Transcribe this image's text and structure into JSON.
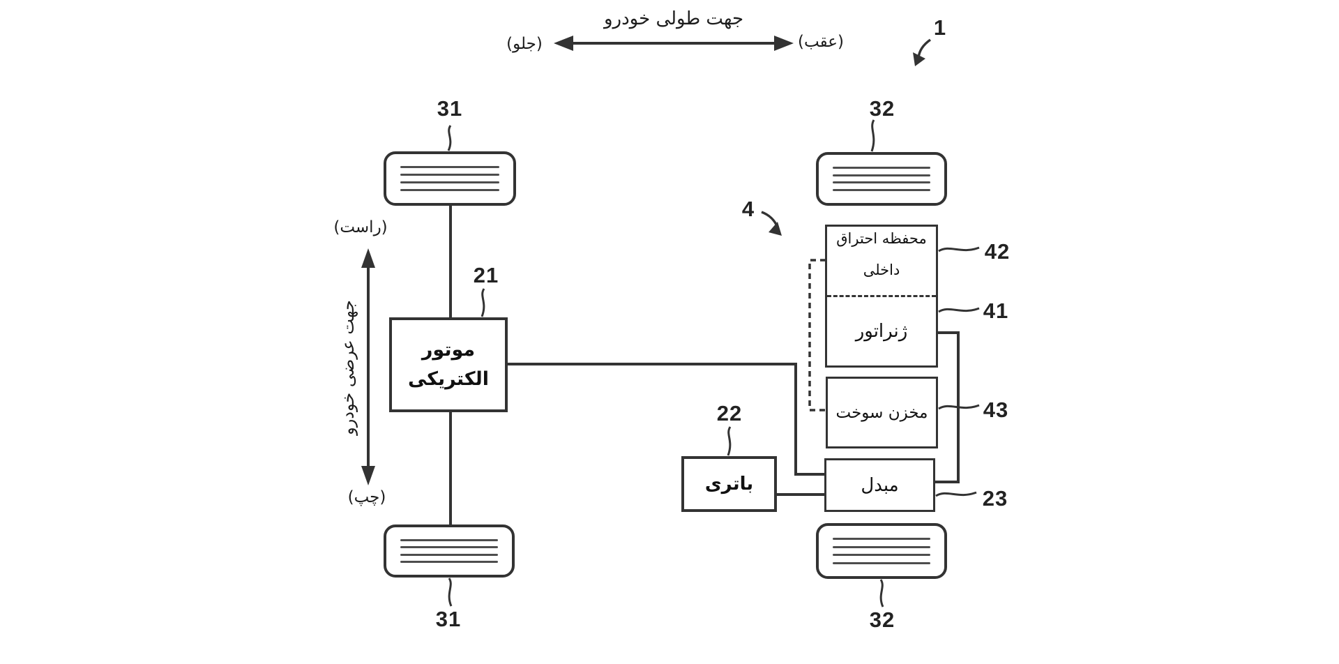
{
  "figure": {
    "refs": {
      "main": "1",
      "powertrain_group": "4",
      "motor": "21",
      "battery": "22",
      "converter": "23",
      "front_wheel": "31",
      "rear_wheel": "32",
      "generator": "41",
      "combustion_chamber": "42",
      "fuel_tank": "43"
    },
    "top_axis": {
      "title": "جهت طولی خودرو",
      "front_label": "(جلو)",
      "rear_label": "(عقب)"
    },
    "left_axis": {
      "title": "جهت عرضی خودرو",
      "right_label": "(راست)",
      "left_label": "(چپ)"
    },
    "components": {
      "electric_motor_line1": "موتور",
      "electric_motor_line2": "الکتریکی",
      "battery": "باتری",
      "converter": "مبدل",
      "combustion_chamber_line1": "محفظه احتراق",
      "combustion_chamber_line2": "داخلی",
      "generator": "ژنراتور",
      "fuel_tank": "مخزن سوخت"
    },
    "colors": {
      "line": "#333333",
      "wheel_stripe": "#4d4d4d",
      "text": "#1a1a1a",
      "background": "#ffffff"
    }
  }
}
